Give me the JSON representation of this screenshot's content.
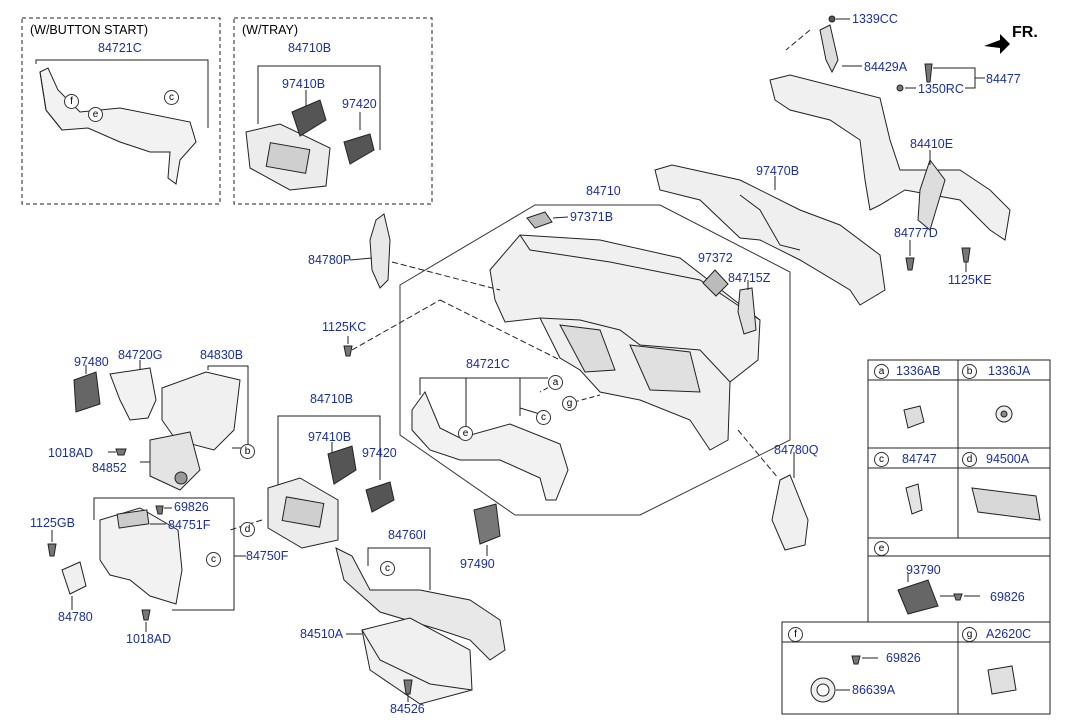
{
  "diagram": {
    "direction_label": "FR.",
    "inset_variants": {
      "button_start": "(W/BUTTON START)",
      "tray": "(W/TRAY)"
    },
    "part_labels": {
      "p84721C_a": "84721C",
      "p84710B_a": "84710B",
      "p97410B_a": "97410B",
      "p97420_a": "97420",
      "p1339CC": "1339CC",
      "p84429A": "84429A",
      "p84477": "84477",
      "p1350RC": "1350RC",
      "p84410E": "84410E",
      "p97470B": "97470B",
      "p84710": "84710",
      "p97371B": "97371B",
      "p84780P": "84780P",
      "p97372": "97372",
      "p84715Z": "84715Z",
      "p84777D": "84777D",
      "p1125KE": "1125KE",
      "p1125KC": "1125KC",
      "p97480": "97480",
      "p84720G": "84720G",
      "p84830B": "84830B",
      "p84721C_b": "84721C",
      "p1018AD_a": "1018AD",
      "p84852": "84852",
      "p84710B_b": "84710B",
      "p97410B_b": "97410B",
      "p97420_b": "97420",
      "p84780Q": "84780Q",
      "p1125GB": "1125GB",
      "p69826_a": "69826",
      "p84751F": "84751F",
      "p84750F": "84750F",
      "p84780": "84780",
      "p1018AD_b": "1018AD",
      "p97490": "97490",
      "p84760I": "84760I",
      "p84510A": "84510A",
      "p84526": "84526"
    },
    "legend": {
      "a": {
        "key": "a",
        "part": "1336AB"
      },
      "b": {
        "key": "b",
        "part": "1336JA"
      },
      "c": {
        "key": "c",
        "part": "84747"
      },
      "d": {
        "key": "d",
        "part": "94500A"
      },
      "e": {
        "key": "e",
        "parts": [
          "93790",
          "69826"
        ]
      },
      "f": {
        "key": "f",
        "parts": [
          "69826",
          "86639A"
        ]
      },
      "g": {
        "key": "g",
        "part": "A2620C"
      }
    },
    "callouts": [
      "a",
      "b",
      "c",
      "d",
      "e",
      "f",
      "g"
    ]
  }
}
